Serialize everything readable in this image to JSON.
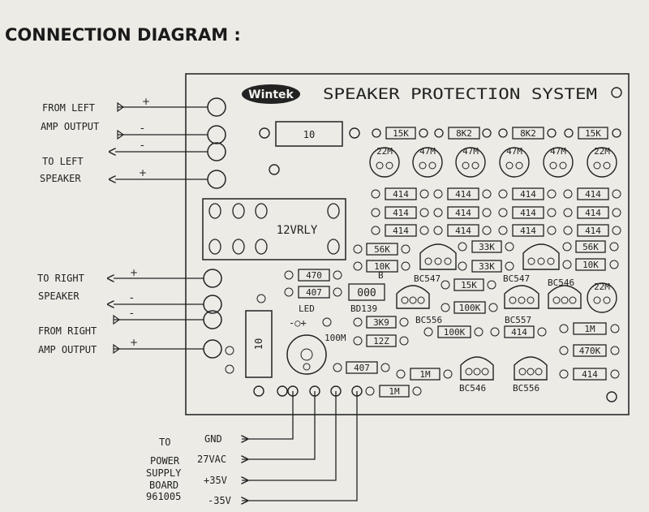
{
  "heading": "CONNECTION DIAGRAM :",
  "board": {
    "brand": "Wintek",
    "title": "SPEAKER PROTECTION SYSTEM",
    "fuse_top": "10",
    "fuse_side": "10",
    "relay": "12VRLY",
    "led_label": "LED",
    "led_pol": "-○+",
    "transistor_main": "BD139",
    "cap_main": "100M",
    "ebc_letter": "B",
    "ebc_pins": "000",
    "top_resistors": [
      "15K",
      "8K2",
      "8K2",
      "15K"
    ],
    "caps_top": [
      "22M",
      "47M",
      "47M",
      "47M",
      "47M",
      "22M"
    ],
    "diode": "414",
    "r_left": [
      "56K",
      "10K"
    ],
    "r_470": "470",
    "d_407a": "407",
    "d_407b": "407",
    "r_3k9": "3K9",
    "r_12z": "12Z",
    "r_33k": "33K",
    "r_15k_mid": "15K",
    "r_100k_a": "100K",
    "r_100k_b": "100K",
    "r_right": [
      "56K",
      "10K"
    ],
    "r_1m": [
      "1M",
      "1M",
      "1M"
    ],
    "r_470k": "470K",
    "transistors": [
      "BC547",
      "BC547",
      "BC546",
      "BC556",
      "BC557",
      "BC546",
      "BC556"
    ],
    "cap_right": "22M"
  },
  "left_labels": [
    "FROM LEFT",
    "AMP OUTPUT",
    "TO LEFT",
    "SPEAKER",
    "TO RIGHT",
    "SPEAKER",
    "FROM RIGHT",
    "AMP OUTPUT"
  ],
  "polarity": [
    "+",
    "-",
    "-",
    "+",
    "+",
    "-",
    "-",
    "+"
  ],
  "bottom": {
    "to": "TO",
    "psu": [
      "POWER",
      "SUPPLY",
      "BOARD",
      "961005"
    ],
    "rails": [
      "GND",
      "27VAC",
      "+35V",
      "-35V"
    ]
  }
}
